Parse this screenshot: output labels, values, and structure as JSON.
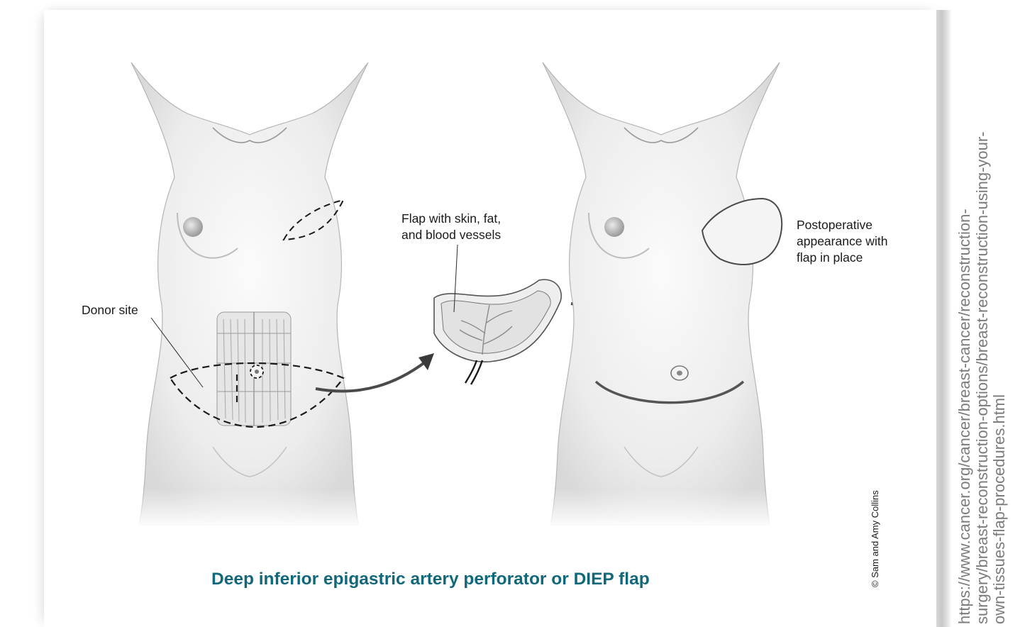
{
  "figure": {
    "labels": {
      "donor_site": "Donor site",
      "flap": "Flap with skin, fat,\nand blood vessels",
      "postoperative": "Postoperative\nappearance with\nflap in place"
    },
    "caption": "Deep inferior epigastric artery perforator or DIEP flap",
    "credit": "© Sam and Amy Collins"
  },
  "source_url": "https://www.cancer.org/cancer/breast-cancer/reconstruction-\nsurgery/breast-reconstruction-options/breast-reconstruction-using-your-\nown-tissues-flap-procedures.html",
  "colors": {
    "caption": "#11687a",
    "source_url": "#7c7c7c",
    "body_fill": "#f3f3f3",
    "outline": "#3a3a3a"
  }
}
